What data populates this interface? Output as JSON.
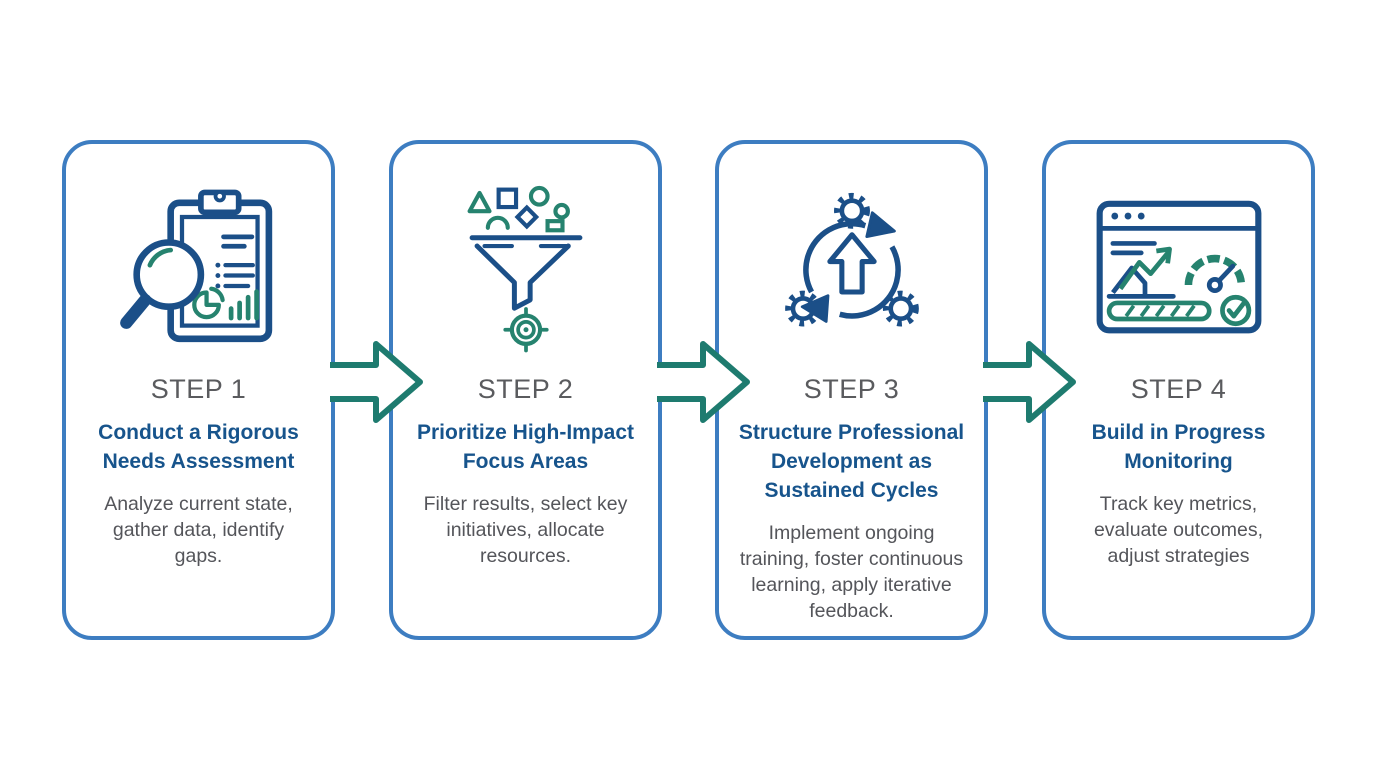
{
  "diagram": {
    "type": "process-flow",
    "orientation": "horizontal",
    "step_count": 4
  },
  "colors": {
    "background": "#ffffff",
    "card_border": "#3d7dc1",
    "arrow": "#1e7b6f",
    "step_label": "#5a5b5e",
    "title": "#17548c",
    "description": "#54555a",
    "icon_blue": "#1b4f88",
    "icon_teal": "#26836f"
  },
  "steps": [
    {
      "step_label": "STEP 1",
      "title": "Conduct a Rigorous Needs Assessment",
      "title_lines": [
        "Conduct a Rigorous",
        "Needs Assessment"
      ],
      "description": "Analyze current state, gather data, identify gaps.",
      "description_lines": [
        "Analyze current state,",
        "gather data, identify",
        "gaps."
      ],
      "icon": "clipboard-magnifier-icon"
    },
    {
      "step_label": "STEP 2",
      "title": "Prioritize High-Impact Focus Areas",
      "title_lines": [
        "Prioritize High-Impact",
        "Focus Areas"
      ],
      "description": "Filter results, select key initiatives, allocate resources.",
      "description_lines": [
        "Filter results, select key",
        "initiatives, allocate",
        "resources."
      ],
      "icon": "funnel-target-icon"
    },
    {
      "step_label": "STEP 3",
      "title": "Structure Professional Development as Sustained Cycles",
      "title_lines": [
        "Structure Professional",
        "Development as",
        "Sustained Cycles"
      ],
      "description": "Implement ongoing training, foster continuous learning, apply iterative feedback.",
      "description_lines": [
        "Implement ongoing",
        "training, foster continuous",
        "learning, apply iterative",
        "feedback."
      ],
      "icon": "cycle-gears-icon"
    },
    {
      "step_label": "STEP 4",
      "title": "Build in Progress Monitoring",
      "title_lines": [
        "Build in Progress",
        "Monitoring"
      ],
      "description": "Track key metrics, evaluate outcomes, adjust strategies",
      "description_lines": [
        "Track key metrics,",
        "evaluate outcomes,",
        "adjust strategies"
      ],
      "icon": "progress-dashboard-icon"
    }
  ]
}
